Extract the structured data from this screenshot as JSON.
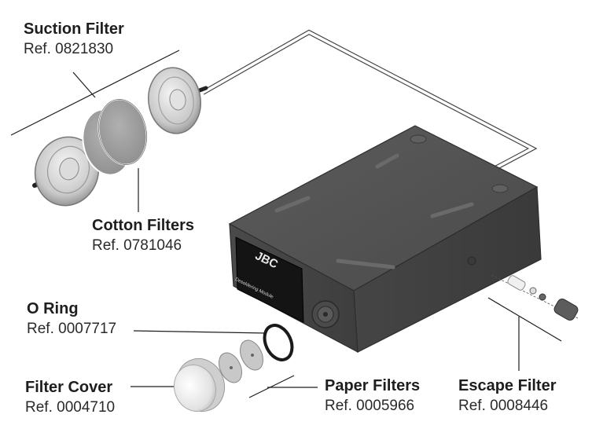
{
  "parts": {
    "suction_filter": {
      "name": "Suction Filter",
      "ref": "Ref. 0821830"
    },
    "cotton_filters": {
      "name": "Cotton Filters",
      "ref": "Ref. 0781046"
    },
    "o_ring": {
      "name": "O Ring",
      "ref": "Ref. 0007717"
    },
    "filter_cover": {
      "name": "Filter Cover",
      "ref": "Ref. 0004710"
    },
    "paper_filters": {
      "name": "Paper Filters",
      "ref": "Ref. 0005966"
    },
    "escape_filter": {
      "name": "Escape Filter",
      "ref": "Ref. 0008446"
    }
  },
  "module": {
    "brand": "JBC",
    "panel_line": "Desoldering Module"
  },
  "colors": {
    "housing": "#545454",
    "housing_dark": "#3c3c3c",
    "panel": "#141414",
    "line": "#1e1e1e"
  }
}
